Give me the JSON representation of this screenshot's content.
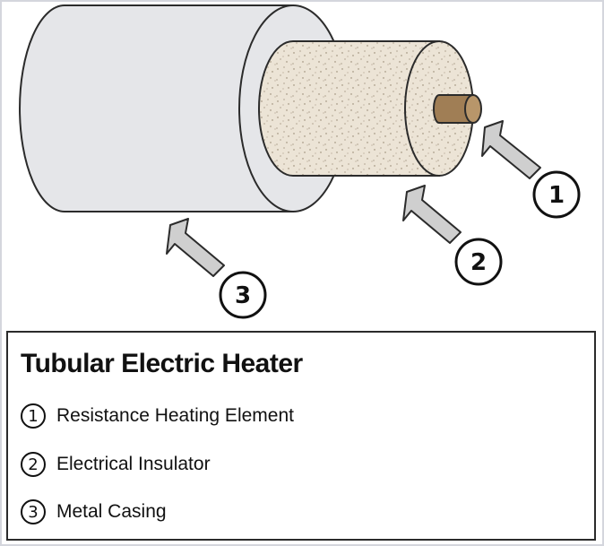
{
  "legend": {
    "title": "Tubular Electric Heater",
    "items": [
      {
        "number": "1",
        "label": "Resistance Heating Element"
      },
      {
        "number": "2",
        "label": "Electrical Insulator"
      },
      {
        "number": "3",
        "label": "Metal Casing"
      }
    ]
  },
  "callouts": [
    "1",
    "2",
    "3"
  ],
  "colors": {
    "casing": "#e5e6e9",
    "insulator": "#ece4d6",
    "element": "#a07e55",
    "arrow": "#cfcfcf"
  }
}
